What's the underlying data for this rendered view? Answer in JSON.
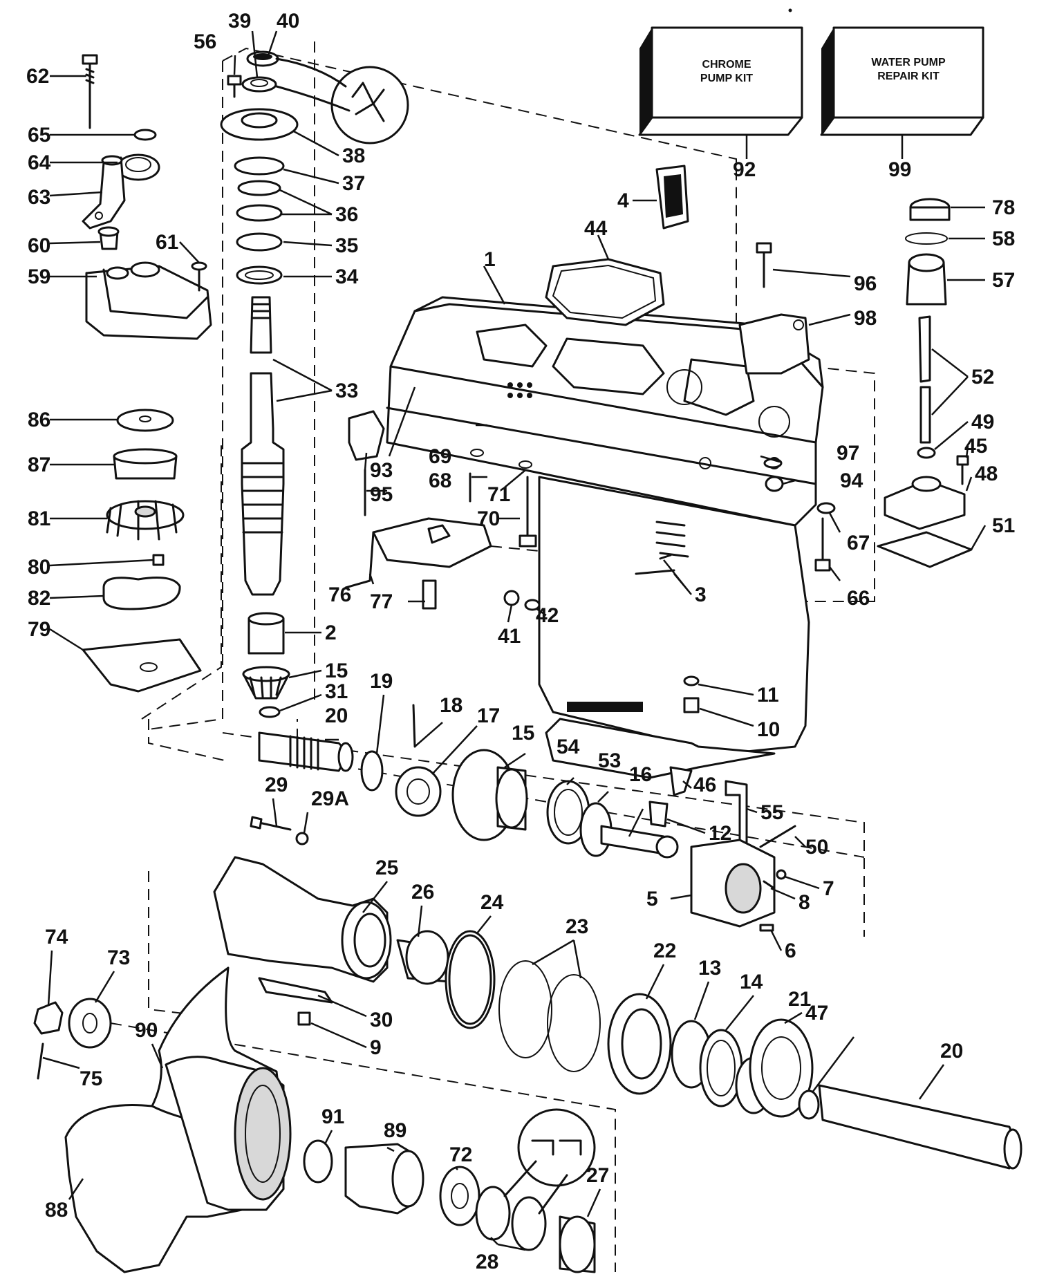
{
  "kits": [
    {
      "id": "chrome-pump-kit",
      "line1": "CHROME",
      "line2": "PUMP KIT",
      "number": "92"
    },
    {
      "id": "water-pump-repair-kit",
      "line1": "WATER PUMP",
      "line2": "REPAIR KIT",
      "number": "99"
    }
  ],
  "callouts": [
    "1",
    "2",
    "3",
    "4",
    "5",
    "6",
    "7",
    "8",
    "9",
    "10",
    "11",
    "12",
    "13",
    "14",
    "15",
    "15",
    "16",
    "17",
    "18",
    "19",
    "20",
    "20",
    "21",
    "22",
    "23",
    "24",
    "25",
    "26",
    "27",
    "28",
    "29",
    "29A",
    "30",
    "31",
    "33",
    "34",
    "35",
    "36",
    "37",
    "38",
    "39",
    "40",
    "41",
    "42",
    "44",
    "45",
    "46",
    "47",
    "48",
    "49",
    "50",
    "51",
    "52",
    "53",
    "54",
    "55",
    "56",
    "57",
    "58",
    "59",
    "60",
    "61",
    "62",
    "63",
    "64",
    "65",
    "66",
    "67",
    "68",
    "69",
    "70",
    "71",
    "72",
    "73",
    "74",
    "75",
    "76",
    "77",
    "78",
    "79",
    "80",
    "81",
    "82",
    "86",
    "87",
    "88",
    "89",
    "90",
    "91",
    "93",
    "94",
    "95",
    "96",
    "97",
    "98"
  ]
}
